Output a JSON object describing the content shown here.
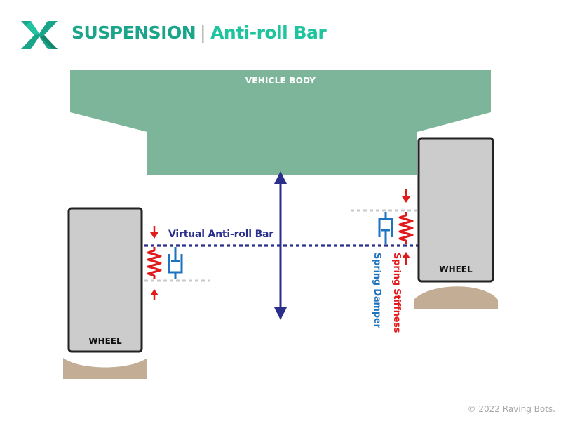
{
  "header": {
    "category": "SUSPENSION",
    "separator": "|",
    "topic": "Anti-roll Bar"
  },
  "diagram": {
    "vehicle_body_label": "VEHICLE BODY",
    "left_wheel_label": "WHEEL",
    "right_wheel_label": "WHEEL",
    "virtual_bar_label": "Virtual Anti-roll Bar",
    "spring_damper_label": "Spring Damper",
    "spring_stiffness_label": "Spring Stiffness"
  },
  "colors": {
    "brand_teal": "#1aa58a",
    "body_fill": "#7cb59a",
    "wheel_fill": "#cccccc",
    "ground_fill": "#c3ad95",
    "bar_blue": "#2a2f8c",
    "damper_blue": "#1d73bd",
    "spring_red": "#e11b1b",
    "guide_gray": "#c9c9c9"
  },
  "footer": {
    "copyright": "© 2022 Raving Bots."
  }
}
